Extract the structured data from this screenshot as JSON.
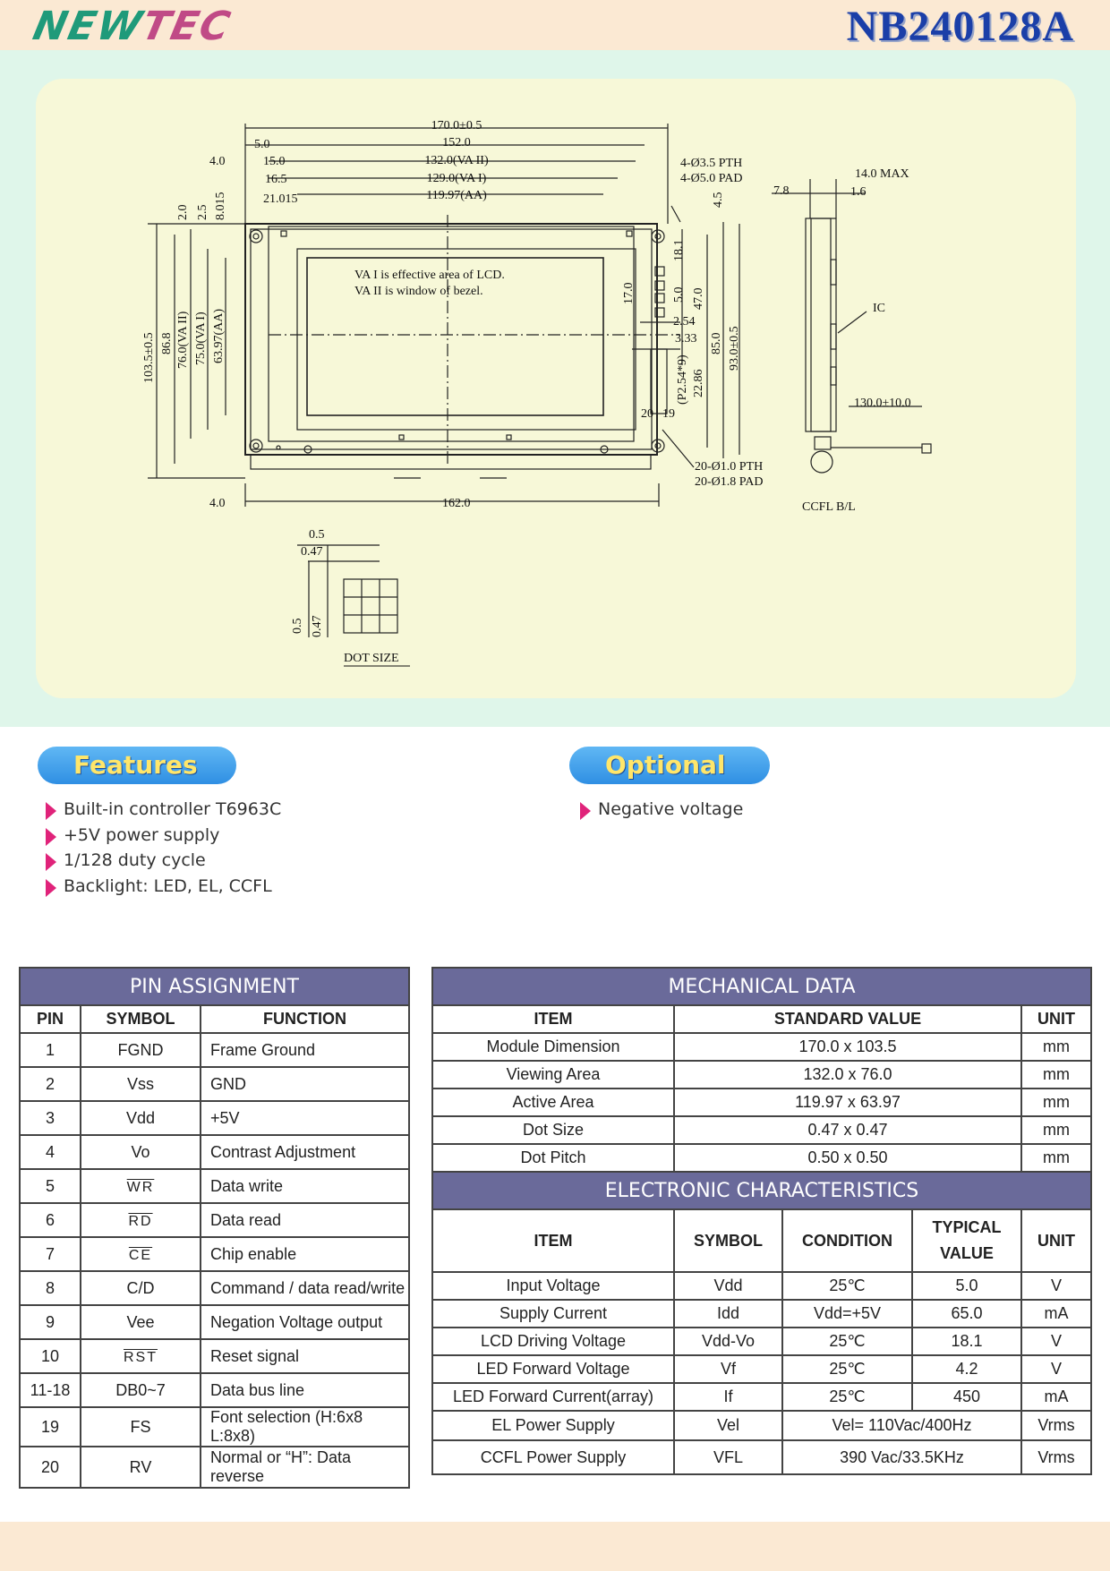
{
  "header": {
    "logo": "NEWTEC",
    "model": "NB240128A"
  },
  "drawing": {
    "dims": {
      "overall_w": "170.0±0.5",
      "d152": "152.0",
      "d132": "132.0(VA II)",
      "d129": "129.0(VA I)",
      "d11997": "119.97(AA)",
      "d50": "5.0",
      "d150": "15.0",
      "d165": "16.5",
      "d21015": "21.015",
      "d40": "4.0",
      "d20": "2.0",
      "d25": "2.5",
      "d8015": "8.015",
      "h1035": "103.5±0.5",
      "h868": "86.8",
      "h760": "76.0(VA II)",
      "h750": "75.0(VA I)",
      "h6397": "63.97(AA)",
      "pth": "4-Ø3.5 PTH",
      "pad": "4-Ø5.0 PAD",
      "d45": "4.5",
      "d181": "18.1",
      "d170": "17.0",
      "d50b": "5.0",
      "d470": "47.0",
      "d254": "2.54",
      "d333": "3.33",
      "d850": "85.0",
      "d930": "93.0±0.5",
      "p254": "(P2.54*9)",
      "d2286": "22.86",
      "pin20": "20",
      "pin19": "19",
      "pth20": "20-Ø1.0 PTH",
      "pad20": "20-Ø1.8 PAD",
      "b40": "4.0",
      "b162": "162.0",
      "note1": "VA I is effective area of LCD.",
      "note2": "VA II is window of bezel.",
      "s78": "7.8",
      "s140": "14.0 MAX",
      "s16": "1.6",
      "ic": "IC",
      "s130": "130.0±10.0",
      "ccfl": "CCFL  B/L",
      "dot05": "0.5",
      "dot047": "0.47",
      "dot05v": "0.5",
      "dot047v": "0.47",
      "dotsize": "DOT SIZE"
    }
  },
  "features": {
    "title": "Features",
    "items": [
      "Built-in controller T6963C",
      "+5V power supply",
      "1/128 duty cycle",
      "Backlight: LED, EL, CCFL"
    ]
  },
  "optional": {
    "title": "Optional",
    "items": [
      "Negative voltage"
    ]
  },
  "pin": {
    "title": "PIN ASSIGNMENT",
    "headers": [
      "PIN",
      "SYMBOL",
      "FUNCTION"
    ],
    "rows": [
      [
        "1",
        "FGND",
        "Frame Ground"
      ],
      [
        "2",
        "Vss",
        "GND"
      ],
      [
        "3",
        "Vdd",
        "+5V"
      ],
      [
        "4",
        "Vo",
        "Contrast Adjustment"
      ],
      [
        "5",
        "WR",
        "Data write"
      ],
      [
        "6",
        "RD",
        "Data read"
      ],
      [
        "7",
        "CE",
        "Chip enable"
      ],
      [
        "8",
        "C/D",
        "Command / data read/write"
      ],
      [
        "9",
        "Vee",
        "Negation Voltage output"
      ],
      [
        "10",
        "RST",
        "Reset signal"
      ],
      [
        "11-18",
        "DB0~7",
        "Data bus line"
      ],
      [
        "19",
        "FS",
        "Font selection (H:6x8 L:8x8)"
      ],
      [
        "20",
        "RV",
        "Normal or “H”: Data reverse"
      ]
    ]
  },
  "mech": {
    "title": "MECHANICAL DATA",
    "headers": [
      "ITEM",
      "STANDARD VALUE",
      "UNIT"
    ],
    "rows": [
      [
        "Module Dimension",
        "170.0 x 103.5",
        "mm"
      ],
      [
        "Viewing Area",
        "132.0 x 76.0",
        "mm"
      ],
      [
        "Active Area",
        "119.97 x 63.97",
        "mm"
      ],
      [
        "Dot Size",
        "0.47 x 0.47",
        "mm"
      ],
      [
        "Dot Pitch",
        "0.50 x 0.50",
        "mm"
      ]
    ]
  },
  "elec": {
    "title": "ELECTRONIC CHARACTERISTICS",
    "headers": [
      "ITEM",
      "SYMBOL",
      "CONDITION",
      "TYPICAL",
      "VALUE",
      "UNIT"
    ],
    "rows": [
      [
        "Input Voltage",
        "Vdd",
        "25℃",
        "5.0",
        "V"
      ],
      [
        "Supply Current",
        "Idd",
        "Vdd=+5V",
        "65.0",
        "mA"
      ],
      [
        "LCD Driving Voltage",
        "Vdd-Vo",
        "25℃",
        "18.1",
        "V"
      ],
      [
        "LED Forward Voltage",
        "Vf",
        "25℃",
        "4.2",
        "V"
      ],
      [
        "LED Forward Current(array)",
        "If",
        "25℃",
        "450",
        "mA"
      ]
    ],
    "span_rows": [
      [
        "EL Power Supply",
        "Vel",
        "Vel= 110Vac/400Hz",
        "Vrms"
      ],
      [
        "CCFL Power Supply",
        "VFL",
        "390 Vac/33.5KHz",
        "Vrms"
      ]
    ]
  }
}
